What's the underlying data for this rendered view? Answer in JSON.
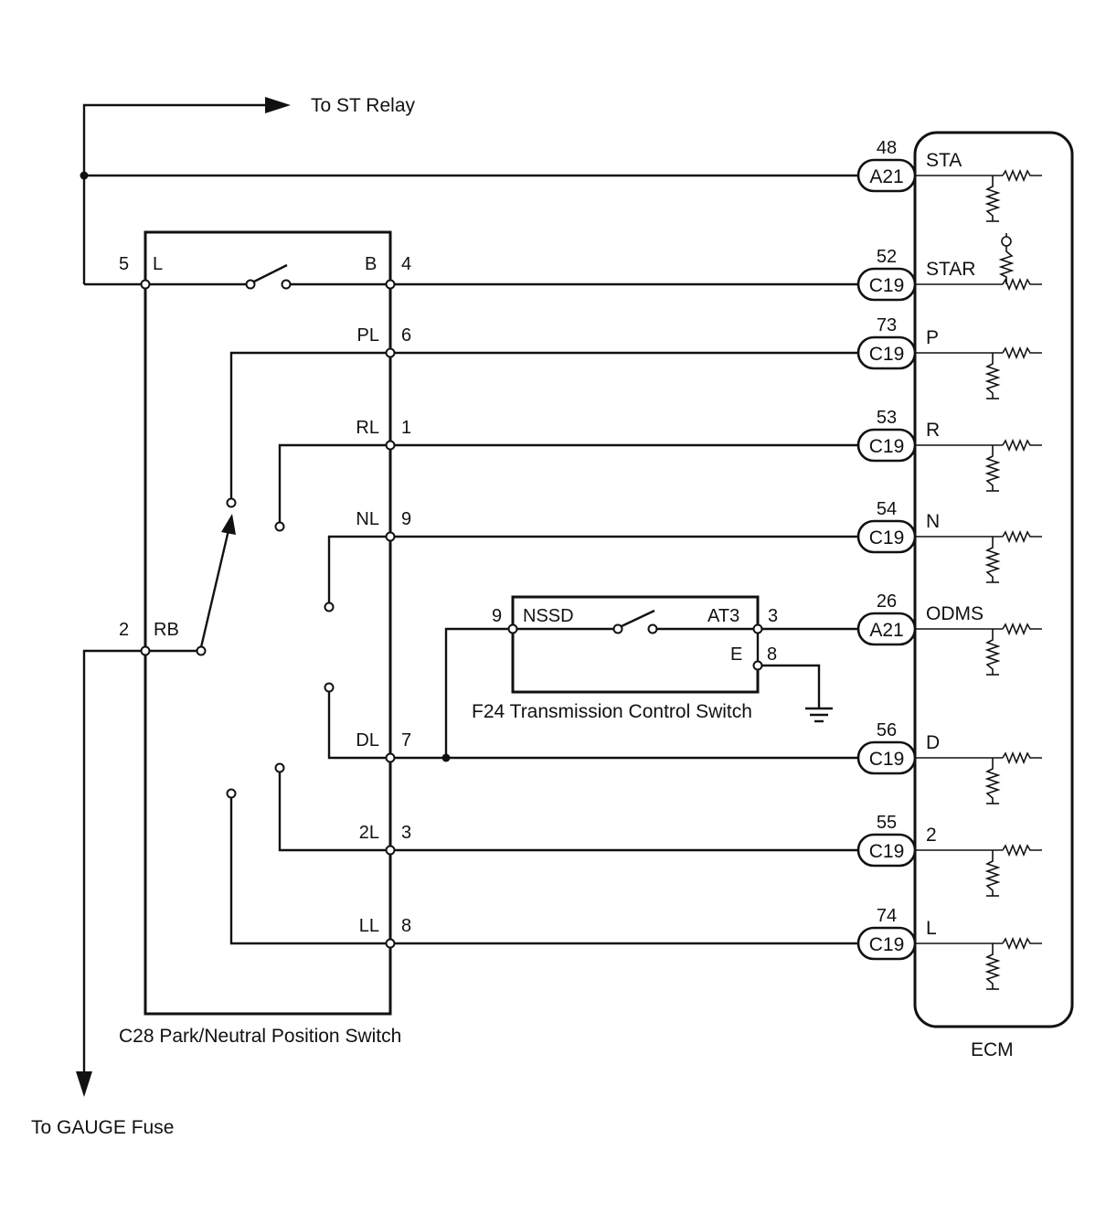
{
  "labels": {
    "to_st_relay": "To ST Relay",
    "to_gauge_fuse": "To GAUGE Fuse",
    "pnp_switch": "C28 Park/Neutral Position Switch",
    "tc_switch": "F24 Transmission Control Switch",
    "ecm": "ECM"
  },
  "pnp_pins": {
    "l_num": "5",
    "l_name": "L",
    "b_num": "4",
    "b_name": "B",
    "rb_num": "2",
    "rb_name": "RB"
  },
  "pnp_outputs": [
    {
      "name": "PL",
      "pin": "6"
    },
    {
      "name": "RL",
      "pin": "1"
    },
    {
      "name": "NL",
      "pin": "9"
    },
    {
      "name": "DL",
      "pin": "7"
    },
    {
      "name": "2L",
      "pin": "3"
    },
    {
      "name": "LL",
      "pin": "8"
    }
  ],
  "tc_pins": {
    "nssd_num": "9",
    "nssd_name": "NSSD",
    "at3_name": "AT3",
    "at3_num": "3",
    "e_name": "E",
    "e_num": "8"
  },
  "ecm_terminals": [
    {
      "pin": "48",
      "connector": "A21",
      "signal": "STA"
    },
    {
      "pin": "52",
      "connector": "C19",
      "signal": "STAR"
    },
    {
      "pin": "73",
      "connector": "C19",
      "signal": "P"
    },
    {
      "pin": "53",
      "connector": "C19",
      "signal": "R"
    },
    {
      "pin": "54",
      "connector": "C19",
      "signal": "N"
    },
    {
      "pin": "26",
      "connector": "A21",
      "signal": "ODMS"
    },
    {
      "pin": "56",
      "connector": "C19",
      "signal": "D"
    },
    {
      "pin": "55",
      "connector": "C19",
      "signal": "2"
    },
    {
      "pin": "74",
      "connector": "C19",
      "signal": "L"
    }
  ]
}
